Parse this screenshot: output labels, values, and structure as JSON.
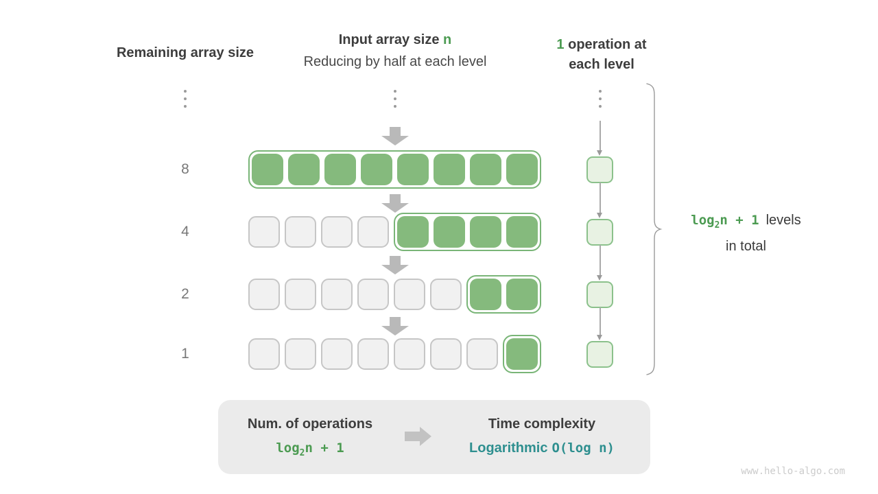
{
  "headers": {
    "left": "Remaining array size",
    "center_title": {
      "prefix": "Input array size ",
      "accent": "n"
    },
    "center_subtitle": "Reducing by half at each level",
    "right": {
      "accent": "1",
      "line1_rest": " operation at",
      "line2": "each level"
    }
  },
  "diagram": {
    "rows": [
      {
        "label": "8",
        "gray_cells": 0,
        "green_cells": 8
      },
      {
        "label": "4",
        "gray_cells": 4,
        "green_cells": 4
      },
      {
        "label": "2",
        "gray_cells": 6,
        "green_cells": 2
      },
      {
        "label": "1",
        "gray_cells": 7,
        "green_cells": 1
      }
    ]
  },
  "brace_label": {
    "formula": {
      "prefix": "log",
      "sub": "2",
      "suffix": "n + 1"
    },
    "line1_text": "levels",
    "line2_text": "in total"
  },
  "summary": {
    "left_title": "Num. of operations",
    "left_formula": {
      "prefix": "log",
      "sub": "2",
      "suffix": "n + 1"
    },
    "right_title": "Time complexity",
    "right_word": "Logarithmic",
    "right_big_o": "O(log n)"
  },
  "watermark": "www.hello-algo.com",
  "colors": {
    "green_fill": "#85ba7d",
    "green_border": "#79b577",
    "green_text": "#4c9b52",
    "teal_text": "#2e8f8f",
    "gray_cell_fill": "#f1f1f1",
    "gray_cell_border": "#c6c6c6",
    "ops_cell_fill": "#e8f2e3",
    "ops_cell_border": "#8bc18b",
    "arrow_gray": "#b9b9b9",
    "text_dark": "#3d3d3d"
  }
}
